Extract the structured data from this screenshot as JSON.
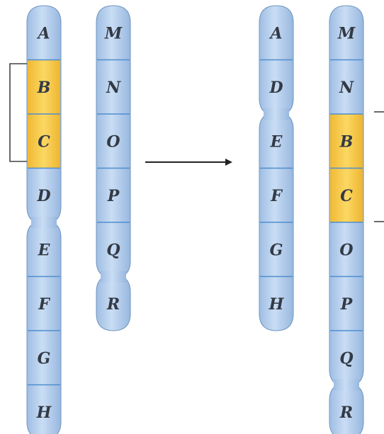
{
  "colors": {
    "chromosome": "#b6d0ee",
    "chromosome_edge": "#6f95bf",
    "band_line": "#4e8ecf",
    "highlight": "#f4c845",
    "label": "#333a45",
    "arrow": "#222222"
  },
  "before": {
    "chromosome_1": [
      "A",
      "B",
      "C",
      "D",
      "E",
      "F",
      "G",
      "H"
    ],
    "chromosome_2": [
      "M",
      "N",
      "O",
      "P",
      "Q",
      "R"
    ]
  },
  "after": {
    "chromosome_1": [
      "A",
      "D",
      "E",
      "F",
      "G",
      "H"
    ],
    "chromosome_2": [
      "M",
      "N",
      "B",
      "C",
      "O",
      "P",
      "Q",
      "R"
    ]
  },
  "highlighted_segment": [
    "B",
    "C"
  ],
  "arrow": "right-arrow-icon"
}
